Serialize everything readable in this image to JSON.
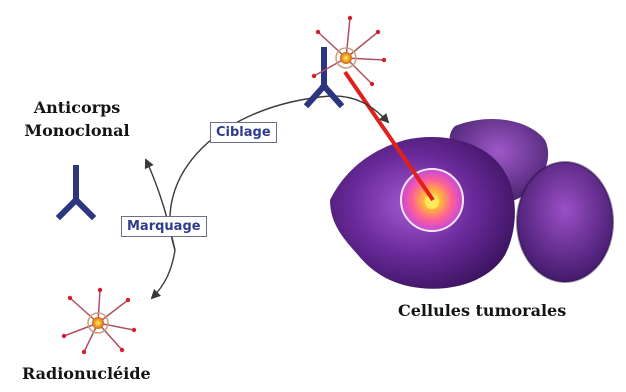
{
  "labels": {
    "anticorps_line1": "Anticorps",
    "anticorps_line2": "Monoclonal",
    "cellules": "Cellules tumorales",
    "radionucleide": "Radionucléide"
  },
  "steps": {
    "ciblage": "Ciblage",
    "marquage": "Marquage"
  },
  "colors": {
    "antibody": "#2c3580",
    "arrow": "#3a3a3a",
    "cell": "#6a2a9a",
    "beam": "#e0201c",
    "nucleus": "#ffd23c"
  }
}
